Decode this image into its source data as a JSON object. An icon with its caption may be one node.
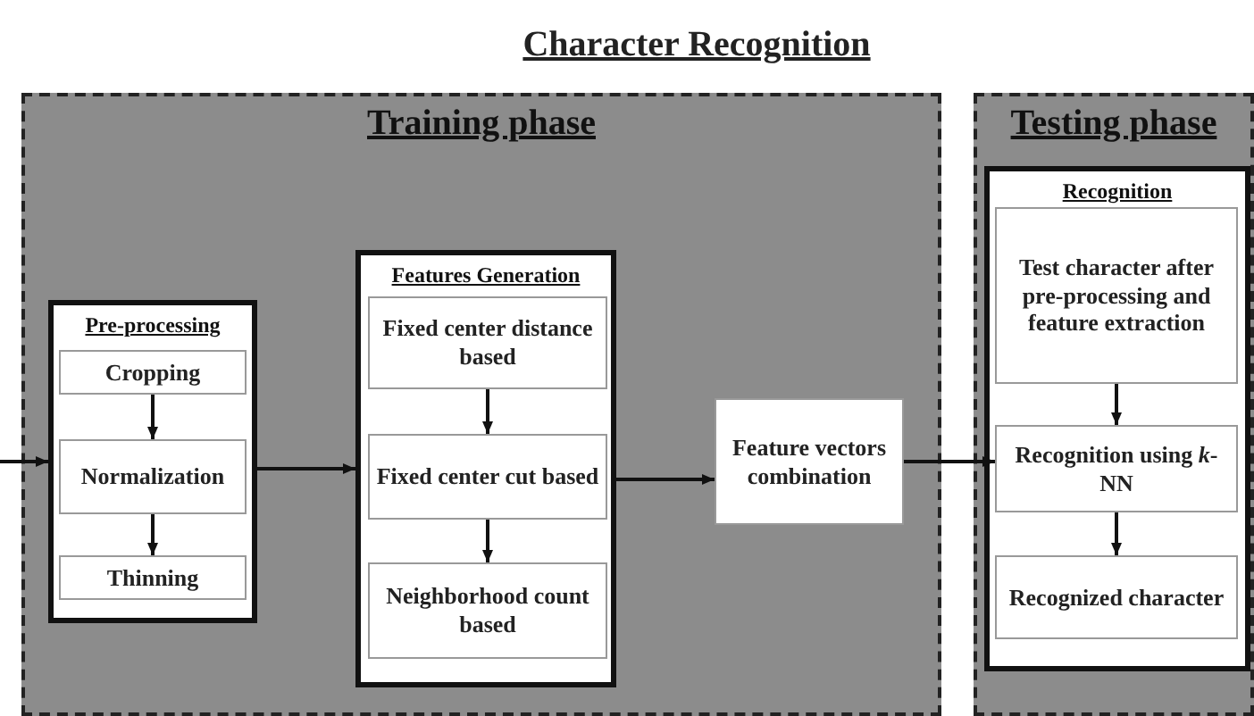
{
  "diagram": {
    "title": "Character Recognition",
    "nodes": [
      {
        "text": [
          "Training phase"
        ]
      },
      {
        "text": [
          "Pre-processing"
        ],
        "in": 0
      },
      {
        "text": [
          "Cropping"
        ],
        "in": 1
      },
      {
        "text": [
          "Normalization"
        ],
        "in": 1
      },
      {
        "text": [
          "Thinning"
        ],
        "in": 1
      },
      {
        "text": [
          "Features Generation"
        ],
        "in": 0
      },
      {
        "text": [
          "Fixed center distance based"
        ],
        "in": 5
      },
      {
        "text": [
          "Fixed center cut based"
        ],
        "in": 5
      },
      {
        "text": [
          "Neighborhood count based"
        ],
        "in": 5
      },
      {
        "text": [
          "Feature vectors combination"
        ],
        "in": 0
      },
      {
        "text": [
          "Testing phase"
        ]
      },
      {
        "text": [
          "Recognition"
        ],
        "in": 10
      },
      {
        "text": [
          "Test character after pre-processing and feature extraction"
        ],
        "in": 11
      },
      {
        "text": [
          "Recognition using *k*-NN"
        ],
        "in": 11
      },
      {
        "text": [
          "Recognized character"
        ],
        "in": 11
      }
    ],
    "edges": [
      {
        "from": null,
        "to": 1,
        "arrow": "to"
      },
      {
        "from": 2,
        "to": 3,
        "arrow": "to"
      },
      {
        "from": 3,
        "to": 4,
        "arrow": "to"
      },
      {
        "from": 1,
        "to": 5,
        "arrow": "to"
      },
      {
        "from": 6,
        "to": 7,
        "arrow": "to"
      },
      {
        "from": 7,
        "to": 8,
        "arrow": "to"
      },
      {
        "from": 5,
        "to": 9,
        "arrow": "to"
      },
      {
        "from": 9,
        "to": 13,
        "arrow": "to"
      },
      {
        "from": 12,
        "to": 13,
        "arrow": "to"
      },
      {
        "from": 13,
        "to": 14,
        "arrow": "to"
      }
    ]
  }
}
